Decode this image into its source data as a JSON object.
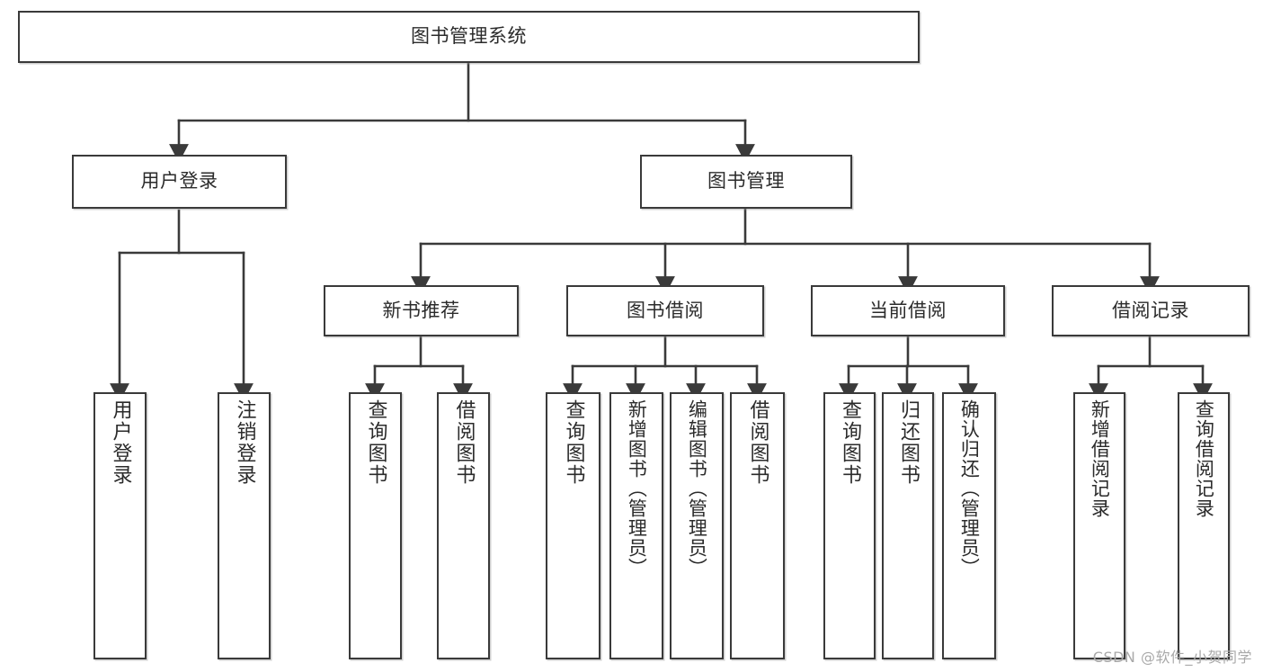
{
  "diagram": {
    "title": "图书管理系统",
    "type": "tree-hierarchy",
    "watermark": "CSDN @软件_小贺同学",
    "colors": {
      "stroke": "#3a3a3a",
      "fill": "#ffffff",
      "text": "#2b2b2b",
      "watermark": "#a9a9a9"
    },
    "root": {
      "id": "root",
      "label": "图书管理系统",
      "orientation": "horizontal"
    },
    "level2": [
      {
        "id": "user-login",
        "label": "用户登录",
        "orientation": "horizontal"
      },
      {
        "id": "book-management",
        "label": "图书管理",
        "orientation": "horizontal"
      }
    ],
    "level3": [
      {
        "id": "new-book-recommend",
        "label": "新书推荐",
        "orientation": "horizontal",
        "parent": "book-management"
      },
      {
        "id": "book-borrow",
        "label": "图书借阅",
        "orientation": "horizontal",
        "parent": "book-management"
      },
      {
        "id": "current-borrow",
        "label": "当前借阅",
        "orientation": "horizontal",
        "parent": "book-management"
      },
      {
        "id": "borrow-record",
        "label": "借阅记录",
        "orientation": "horizontal",
        "parent": "book-management"
      }
    ],
    "leaves": [
      {
        "id": "leaf-user-login",
        "label": "用户登录",
        "orientation": "vertical",
        "parent": "user-login"
      },
      {
        "id": "leaf-logout-login",
        "label": "注销登录",
        "orientation": "vertical",
        "parent": "user-login"
      },
      {
        "id": "leaf-query-book-rec",
        "label": "查询图书",
        "orientation": "vertical",
        "parent": "new-book-recommend"
      },
      {
        "id": "leaf-borrow-book-rec",
        "label": "借阅图书",
        "orientation": "vertical",
        "parent": "new-book-recommend"
      },
      {
        "id": "leaf-query-book-borrow",
        "label": "查询图书",
        "orientation": "vertical",
        "parent": "book-borrow"
      },
      {
        "id": "leaf-add-book-admin",
        "label": "新增图书（管理员）",
        "orientation": "vertical",
        "parent": "book-borrow"
      },
      {
        "id": "leaf-edit-book-admin",
        "label": "编辑图书（管理员）",
        "orientation": "vertical",
        "parent": "book-borrow"
      },
      {
        "id": "leaf-borrow-book",
        "label": "借阅图书",
        "orientation": "vertical",
        "parent": "book-borrow"
      },
      {
        "id": "leaf-query-book-current",
        "label": "查询图书",
        "orientation": "vertical",
        "parent": "current-borrow"
      },
      {
        "id": "leaf-return-book",
        "label": "归还图书",
        "orientation": "vertical",
        "parent": "current-borrow"
      },
      {
        "id": "leaf-confirm-return-admin",
        "label": "确认归还（管理员）",
        "orientation": "vertical",
        "parent": "current-borrow"
      },
      {
        "id": "leaf-add-borrow-record",
        "label": "新增借阅记录",
        "orientation": "vertical",
        "parent": "borrow-record"
      },
      {
        "id": "leaf-query-borrow-record",
        "label": "查询借阅记录",
        "orientation": "vertical",
        "parent": "borrow-record"
      }
    ]
  }
}
